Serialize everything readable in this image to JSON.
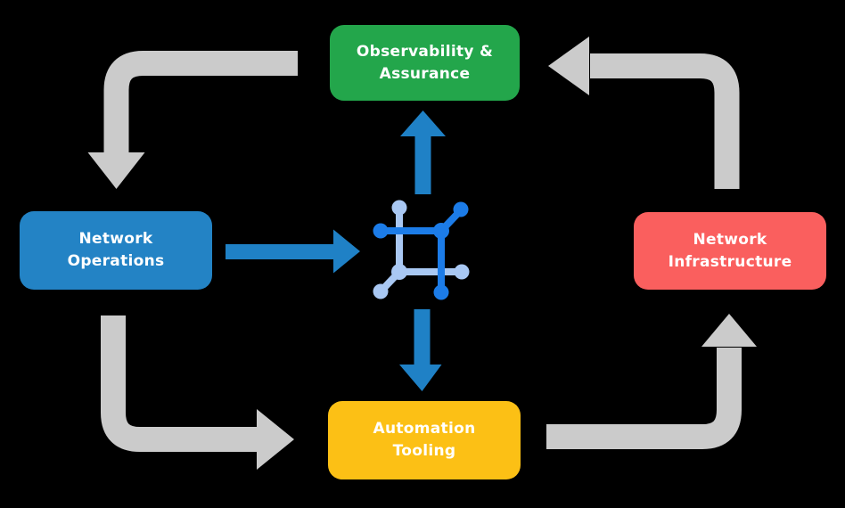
{
  "diagram": {
    "name": "network-automation-cycle-diagram",
    "center_icon": "network-fabric-icon"
  },
  "colors": {
    "background": "#000000",
    "arrow_gray": "#cbcbcb",
    "arrow_blue": "#1f81c6",
    "icon_dark_blue": "#1c7ce8",
    "icon_light_blue": "#a9c8f3",
    "node_green": "#23a64b",
    "node_blue": "#2383c5",
    "node_red": "#fa5f5e",
    "node_yellow": "#fcc015",
    "label_text": "#ffffff"
  },
  "nodes": [
    {
      "id": "observability-assurance",
      "label": "Observability &\nAssurance"
    },
    {
      "id": "network-operations",
      "label": "Network\nOperations"
    },
    {
      "id": "network-infrastructure",
      "label": "Network\nInfrastructure"
    },
    {
      "id": "automation-tooling",
      "label": "Automation\nTooling"
    }
  ]
}
